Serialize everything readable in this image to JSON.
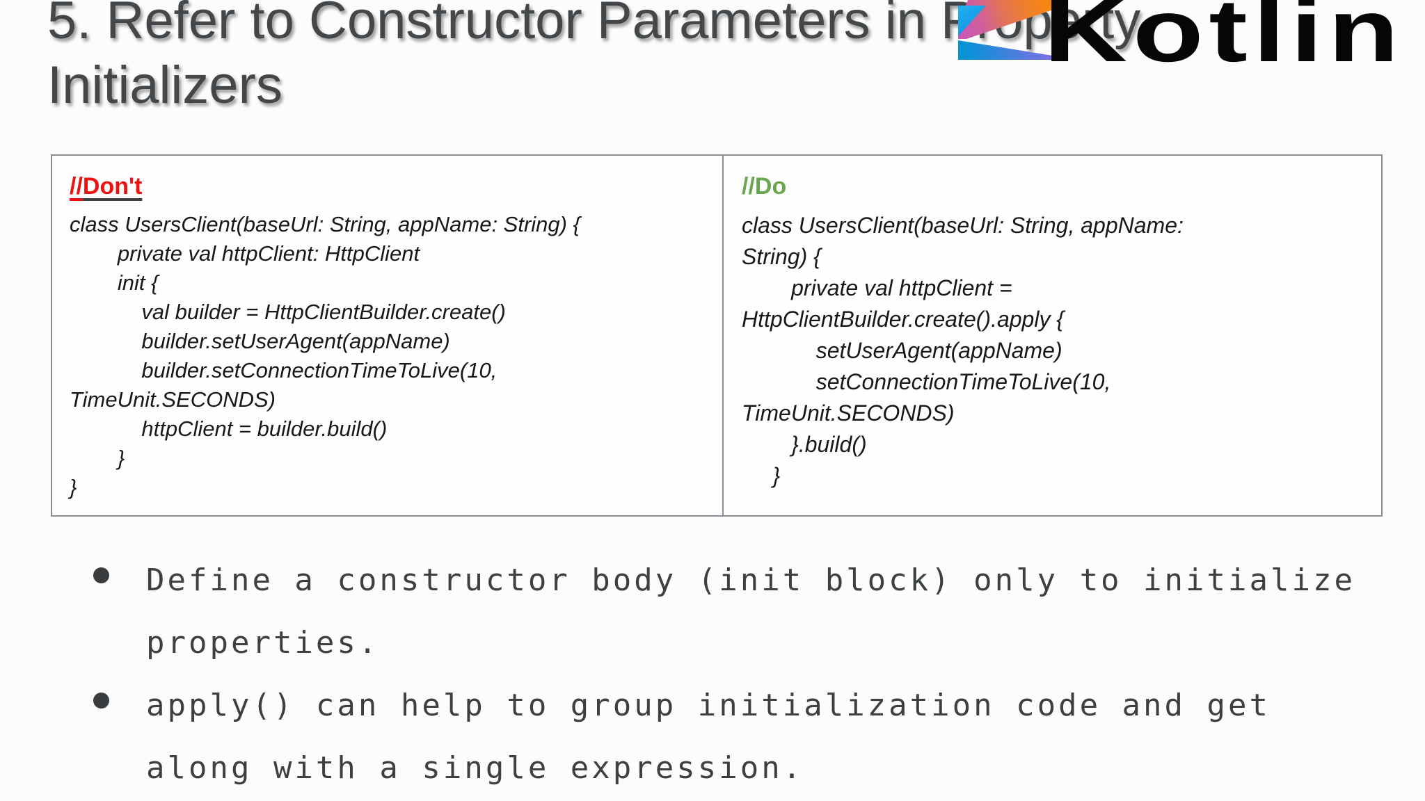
{
  "slide": {
    "title_line1": "5. Refer to Constructor Parameters in Property",
    "title_line2": "Initializers"
  },
  "logo": {
    "wordmark": "Kotlin"
  },
  "comparison": {
    "dont": {
      "label_slashes": "//",
      "label_word": "Don't",
      "code_lines": [
        "class UsersClient(baseUrl: String, appName: String) {",
        "        private val httpClient: HttpClient",
        "        init {",
        "            val builder = HttpClientBuilder.create()",
        "            builder.setUserAgent(appName)",
        "            builder.setConnectionTimeToLive(10,",
        "TimeUnit.SECONDS)",
        "            httpClient = builder.build()",
        "        }",
        "}"
      ]
    },
    "do": {
      "label": "//Do",
      "code_lines": [
        "class UsersClient(baseUrl: String, appName:",
        "String) {",
        "        private val httpClient =",
        "HttpClientBuilder.create().apply {",
        "            setUserAgent(appName)",
        "            setConnectionTimeToLive(10,",
        "TimeUnit.SECONDS)",
        "        }.build()",
        "     }"
      ]
    }
  },
  "bullets": [
    {
      "line1": "Define a constructor body (init block) only to initialize",
      "line2": "properties."
    },
    {
      "line1": "apply() can help to group initialization code and get",
      "line2": "along with a single expression."
    }
  ],
  "colors": {
    "dont_red": "#ee1111",
    "do_green": "#68a74f",
    "kotlin_orange": "#F88909",
    "kotlin_pink": "#C757BC",
    "kotlin_blue": "#0095D5",
    "kotlin_purple": "#806EE3"
  }
}
